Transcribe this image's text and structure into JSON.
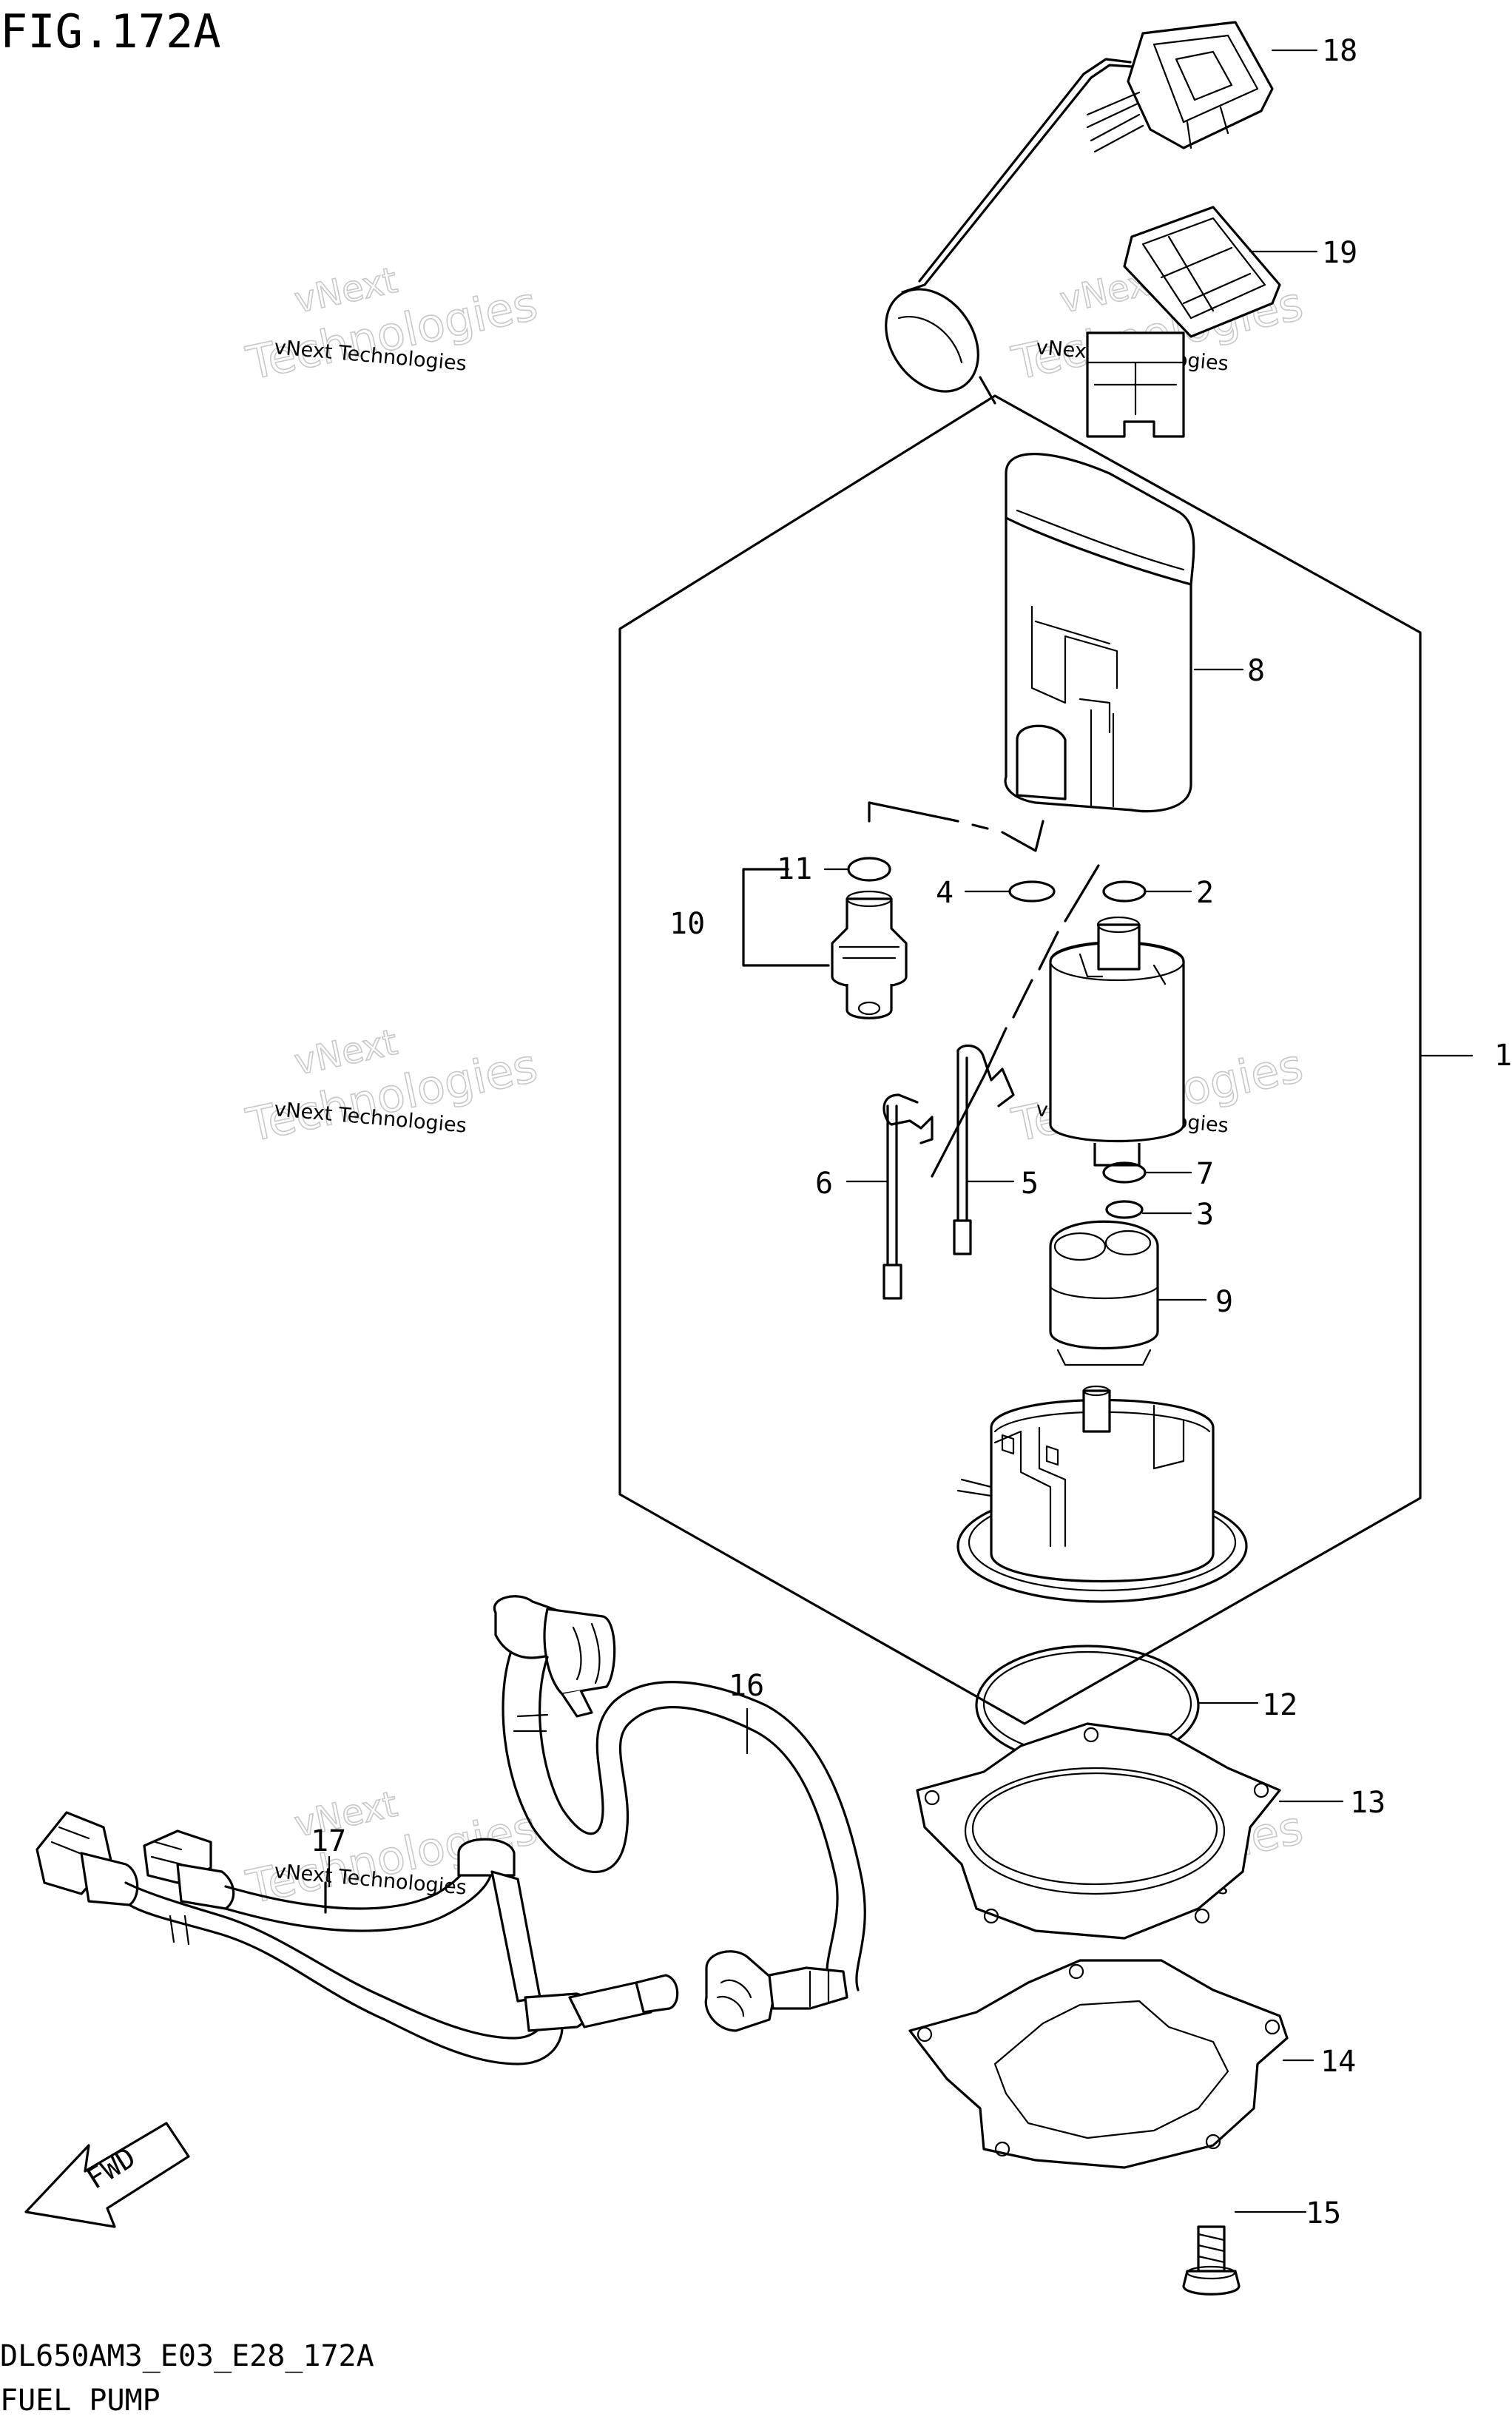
{
  "figure": {
    "title": "FIG.172A",
    "code": "DL650AM3_E03_E28_172A",
    "name": "FUEL PUMP"
  },
  "watermark": {
    "line_small": "vNext Technologies",
    "line_big_top": "vNext",
    "line_big_bottom": "Technologies"
  },
  "direction_arrow": {
    "label": "FWD"
  },
  "callouts": [
    "1",
    "2",
    "3",
    "4",
    "5",
    "6",
    "7",
    "8",
    "9",
    "10",
    "11",
    "12",
    "13",
    "14",
    "15",
    "16",
    "17",
    "18",
    "19"
  ]
}
